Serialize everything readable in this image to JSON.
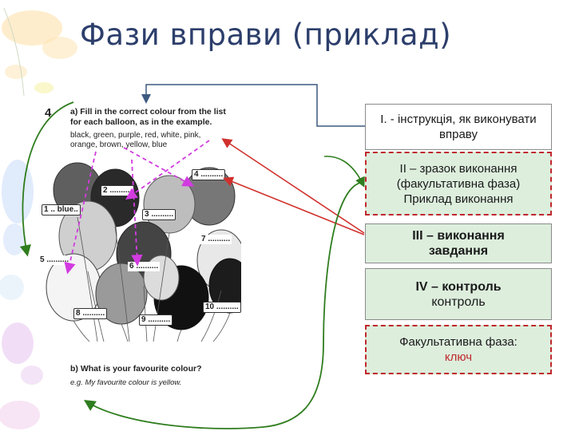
{
  "title": "Фази вправи (приклад)",
  "exercise": {
    "number": "4",
    "instruction": "a) Fill in the correct colour from the list for each balloon, as in the example.",
    "colour_list": "black, green, purple, red, white, pink, orange, brown, yellow, blue",
    "blanks": [
      "1 .. blue..",
      "2 ..........",
      "3 ..........",
      "4 ..........",
      "5 ..........",
      "6 ..........",
      "7 ..........",
      "8 ..........",
      "9 ..........",
      "10 .........."
    ],
    "part_b": "b) What is your favourite colour?",
    "example_answer": "e.g. My favourite colour is yellow."
  },
  "phases": [
    {
      "lines": [
        "І. - інструкція, як виконувати",
        "вправу"
      ]
    },
    {
      "lines": [
        "ІІ – зразок виконання",
        "(факультативна фаза)",
        "Приклад виконання"
      ]
    },
    {
      "lines": [
        "ІІІ – виконання",
        "завдання"
      ]
    },
    {
      "line1": "ІV – контроль",
      "line2": "контроль"
    },
    {
      "line1": "Факультативна фаза:",
      "line2": "ключ"
    }
  ],
  "colors": {
    "title": "#2c3e6b",
    "box_fill": "#ddeedd",
    "dashed_border": "#c0282d",
    "arrow_blue": "#3d5a80",
    "arrow_red": "#d0312d",
    "arrow_green": "#2f7d1e",
    "arrow_magenta": "#d23be0"
  }
}
